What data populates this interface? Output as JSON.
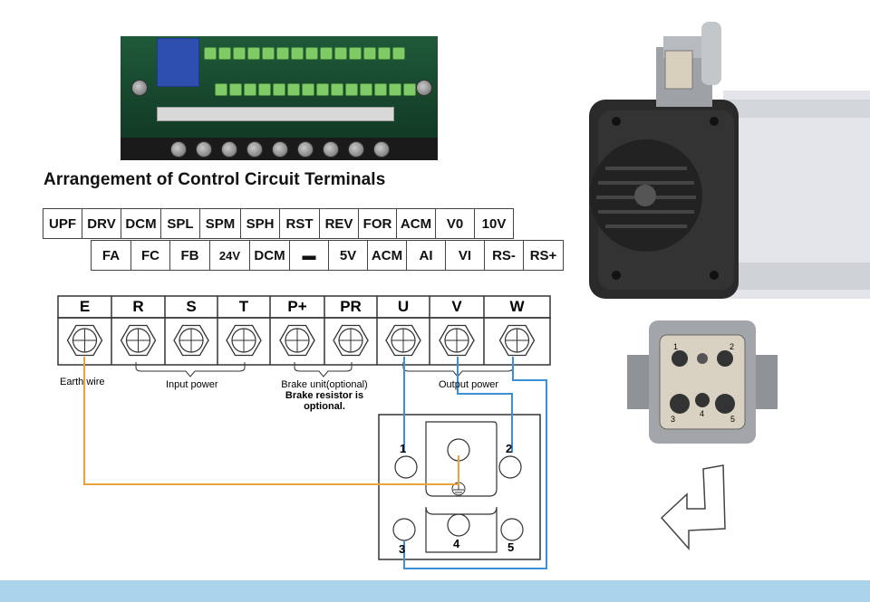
{
  "title": "Arrangement of Control Circuit Terminals",
  "control_terminals": {
    "row1": [
      "UPF",
      "DRV",
      "DCM",
      "SPL",
      "SPM",
      "SPH",
      "RST",
      "REV",
      "FOR",
      "ACM",
      "V0",
      "10V"
    ],
    "row2": [
      "FA",
      "FC",
      "FB",
      "24V",
      "DCM",
      "▬",
      "5V",
      "ACM",
      "AI",
      "VI",
      "RS-",
      "RS+"
    ]
  },
  "power_terminals": [
    "E",
    "R",
    "S",
    "T",
    "P+",
    "PR",
    "U",
    "V",
    "W"
  ],
  "annotations": {
    "earth": "Earth wire",
    "input": "Input power",
    "brake_line1": "Brake unit(optional)",
    "brake_line2": "Brake resistor is",
    "brake_line3": "optional.",
    "output": "Output power"
  },
  "plug_pins": [
    "1",
    "2",
    "3",
    "4",
    "5"
  ],
  "connector_pins": [
    "1",
    "2",
    "3",
    "4",
    "5"
  ],
  "colors": {
    "earth_wire": "#e8a33a",
    "output_wire": "#3d8fd6",
    "bottom_bar": "#a9d4ec"
  }
}
